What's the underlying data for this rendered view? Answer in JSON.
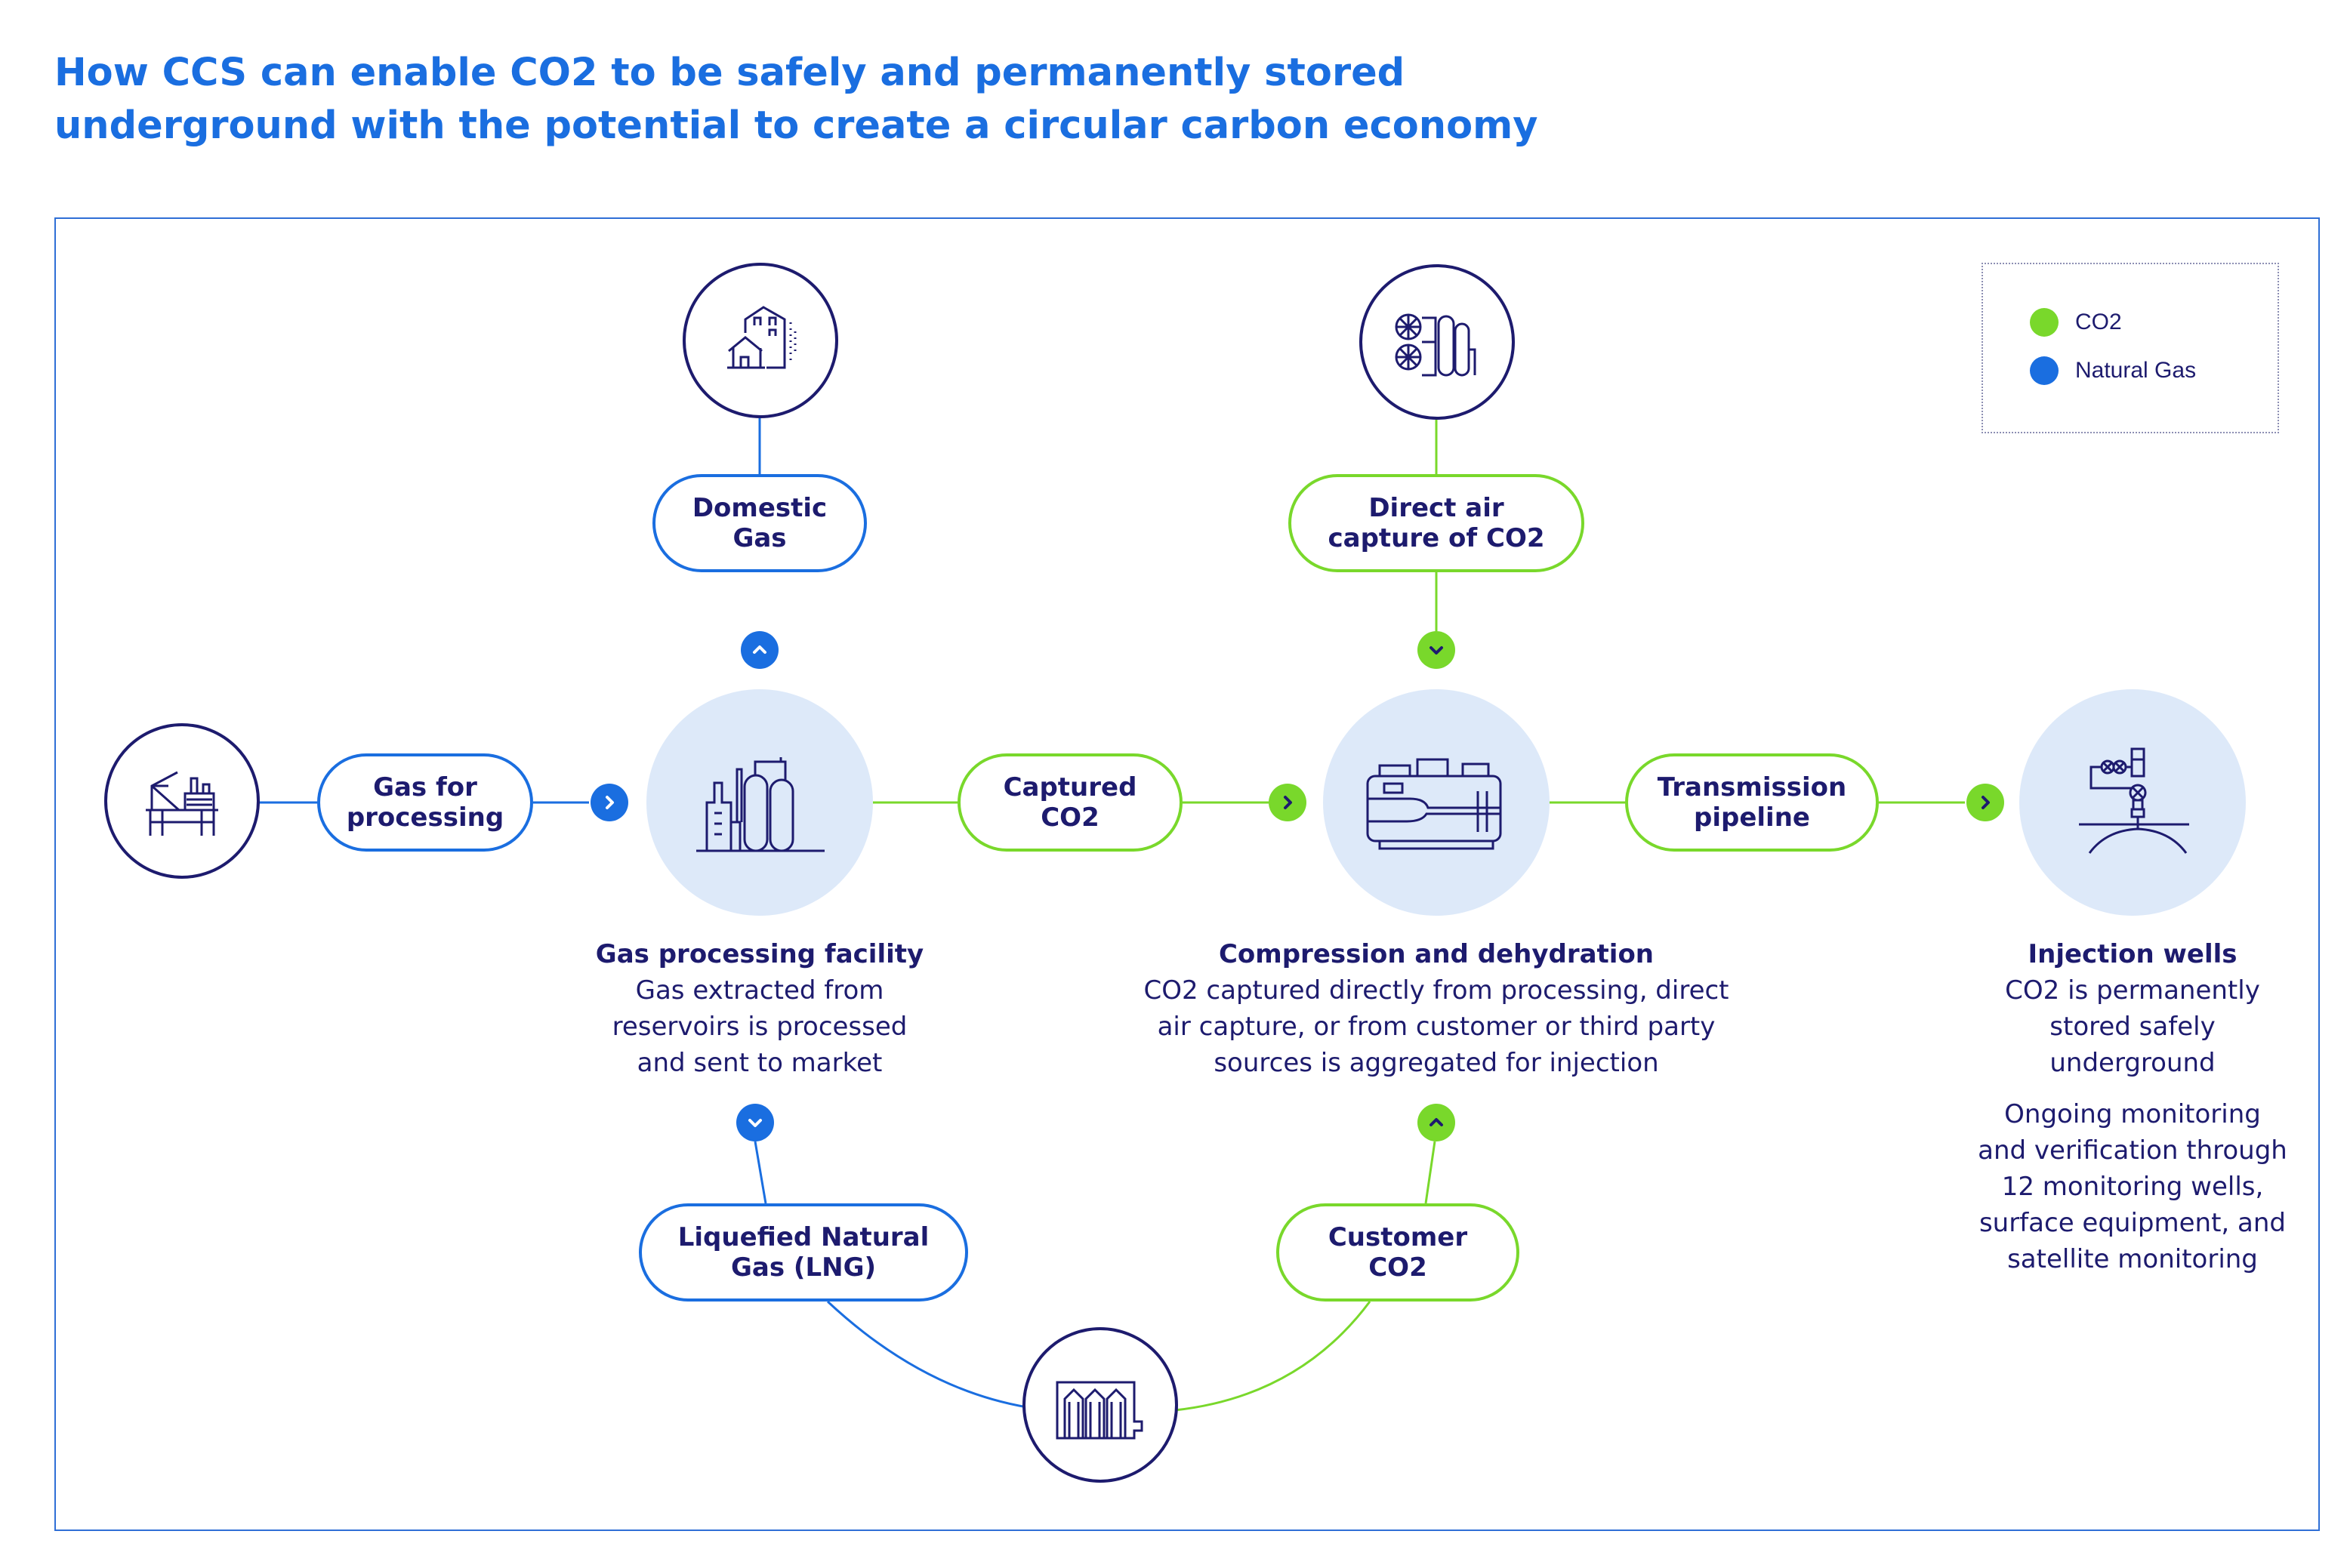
{
  "title": {
    "line1": "How CCS can enable CO2 to be safely and permanently stored",
    "line2": "underground with the potential to create a circular carbon economy"
  },
  "legend": [
    {
      "label": "CO2",
      "color": "#79d82b"
    },
    {
      "label": "Natural Gas",
      "color": "#1a6ee0"
    }
  ],
  "colors": {
    "co2": "#79d82b",
    "natural_gas": "#1a6ee0",
    "text": "#1d1b6e",
    "node_fill": "#dde9f9"
  },
  "nodes": {
    "offshore_platform": {
      "icon": "offshore-platform-icon"
    },
    "domestic_buildings": {
      "icon": "buildings-icon"
    },
    "gas_processing": {
      "icon": "processing-plant-icon",
      "heading": "Gas processing facility",
      "lines": [
        "Gas extracted from",
        "reservoirs is processed",
        "and sent to market"
      ]
    },
    "direct_air_capture": {
      "icon": "air-capture-unit-icon"
    },
    "compression": {
      "icon": "compressor-icon",
      "heading": "Compression and dehydration",
      "lines": [
        "CO2 captured directly from processing, direct",
        "air capture, or from customer or third party",
        "sources is aggregated for injection"
      ]
    },
    "injection_wells": {
      "icon": "wellhead-icon",
      "heading": "Injection wells",
      "lines": [
        "CO2 is permanently",
        "stored safely",
        "underground"
      ],
      "lines2": [
        "Ongoing monitoring",
        "and verification through",
        "12 monitoring wells,",
        "surface equipment, and",
        "satellite monitoring"
      ]
    },
    "lng_storage": {
      "icon": "storage-tanks-icon"
    }
  },
  "pills": {
    "gas_for_processing": [
      "Gas for",
      "processing"
    ],
    "domestic_gas": [
      "Domestic",
      "Gas"
    ],
    "lng": [
      "Liquefied Natural",
      "Gas (LNG)"
    ],
    "captured_co2": [
      "Captured",
      "CO2"
    ],
    "direct_air": [
      "Direct air",
      "capture of CO2"
    ],
    "customer_co2": [
      "Customer",
      "CO2"
    ],
    "transmission": [
      "Transmission",
      "pipeline"
    ]
  }
}
